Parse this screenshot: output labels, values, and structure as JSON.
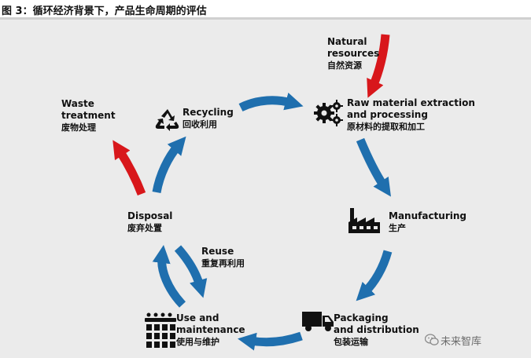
{
  "figure": {
    "title": "图 3：循环经济背景下，产品生命周期的评估"
  },
  "nodes": {
    "natural_resources": {
      "en": [
        "Natural",
        "resources"
      ],
      "zh": "自然资源"
    },
    "raw_material": {
      "en": [
        "Raw material extraction",
        "and processing"
      ],
      "zh": "原材料的提取和加工"
    },
    "manufacturing": {
      "en": [
        "Manufacturing"
      ],
      "zh": "生产"
    },
    "packaging": {
      "en": [
        "Packaging",
        "and distribution"
      ],
      "zh": "包装运输"
    },
    "use": {
      "en": [
        "Use and",
        "maintenance"
      ],
      "zh": "使用与维护"
    },
    "reuse": {
      "en": [
        "Reuse"
      ],
      "zh": "重复再利用"
    },
    "disposal": {
      "en": [
        "Disposal"
      ],
      "zh": "废弃处置"
    },
    "waste": {
      "en": [
        "Waste",
        "treatment"
      ],
      "zh": "废物处理"
    },
    "recycling": {
      "en": [
        "Recycling"
      ],
      "zh": "回收利用"
    }
  },
  "icons": {
    "recycling": "recycle-icon",
    "raw_material": "gears-icon",
    "manufacturing": "factory-icon",
    "packaging": "truck-icon",
    "use": "people-icon",
    "watermark": "wechat-icon"
  },
  "colors": {
    "cycle_arrow": "#1f6fae",
    "input_output_arrow": "#d8171b",
    "text": "#111111",
    "watermark": "#6b6b6b"
  },
  "watermark": {
    "text": "未来智库"
  }
}
